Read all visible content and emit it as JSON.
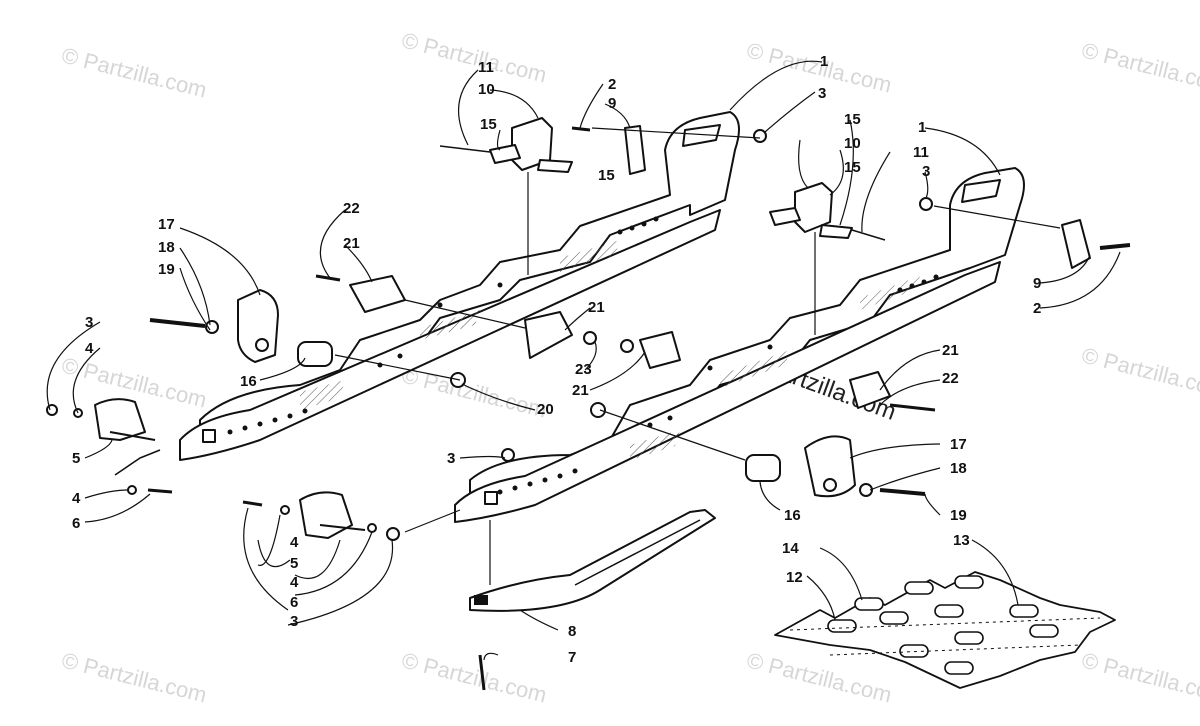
{
  "watermark": {
    "text": "© Partzilla.com",
    "center_text": "© Partzilla.com"
  },
  "callouts": {
    "c1a": "1",
    "c1b": "1",
    "c2a": "2",
    "c2b": "2",
    "c3a": "3",
    "c3b": "3",
    "c3c": "3",
    "c3d": "3",
    "c3e": "3",
    "c4a": "4",
    "c4b": "4",
    "c4c": "4",
    "c4d": "4",
    "c5a": "5",
    "c5b": "5",
    "c6a": "6",
    "c6b": "6",
    "c7": "7",
    "c8": "8",
    "c9a": "9",
    "c9b": "9",
    "c10a": "10",
    "c10b": "10",
    "c11a": "11",
    "c11b": "11",
    "c12": "12",
    "c13": "13",
    "c14": "14",
    "c15a": "15",
    "c15b": "15",
    "c15c": "15",
    "c15d": "15",
    "c16a": "16",
    "c16b": "16",
    "c17a": "17",
    "c17b": "17",
    "c18a": "18",
    "c18b": "18",
    "c19a": "19",
    "c19b": "19",
    "c20": "20",
    "c21a": "21",
    "c21b": "21",
    "c21c": "21",
    "c21d": "21",
    "c22a": "22",
    "c22b": "22",
    "c23": "23"
  }
}
